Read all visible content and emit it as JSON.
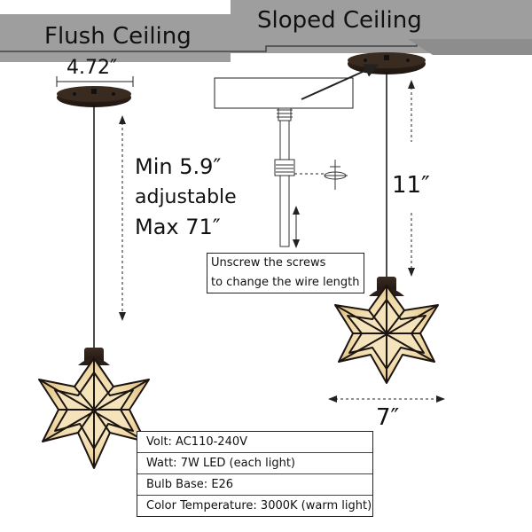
{
  "ceilings": {
    "flush_label": "Flush Ceiling",
    "sloped_label": "Sloped Ceiling",
    "ceiling_color": "#9e9e9e"
  },
  "dimensions": {
    "canopy_width": "4.72″",
    "cord_min": "Min 5.9″",
    "cord_adjustable": "adjustable",
    "cord_max": "Max 71″",
    "drop_height": "11″",
    "shade_width": "7″"
  },
  "note": {
    "line1": "Unscrew the screws",
    "line2": "to change the wire length"
  },
  "specs": [
    "Volt: AC110-240V",
    "Watt: 7W LED (each light)",
    "Bulb Base: E26",
    "Color Temperature: 3000K (warm light)"
  ],
  "colors": {
    "fixture_bronze": "#2a1f18",
    "glass_amber": "#e9cf9a",
    "glass_light": "#fbefcf",
    "frame_dark": "#1c1410"
  }
}
